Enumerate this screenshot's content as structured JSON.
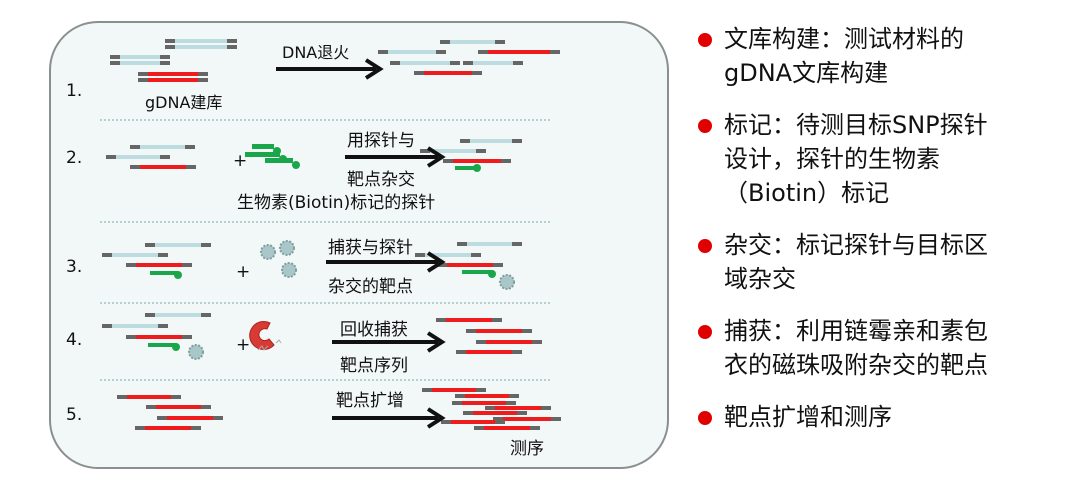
{
  "diagram": {
    "steps": [
      {
        "number": "1.",
        "arrow_top": "DNA退火",
        "arrow_bottom": "",
        "sub_label": "gDNA建库"
      },
      {
        "number": "2.",
        "arrow_top": "用探针与",
        "arrow_bottom": "靶点杂交",
        "sub_label": "生物素(Biotin)标记的探针"
      },
      {
        "number": "3.",
        "arrow_top": "捕获与探针",
        "arrow_bottom": "杂交的靶点"
      },
      {
        "number": "4.",
        "arrow_top": "回收捕获",
        "arrow_bottom": "靶点序列"
      },
      {
        "number": "5.",
        "arrow_top": "靶点扩增",
        "arrow_bottom": "",
        "sub_label": "测序"
      }
    ],
    "plus": "+"
  },
  "bullets": [
    {
      "lines": [
        "文库构建：测试材料的",
        "gDNA文库构建"
      ]
    },
    {
      "lines": [
        "标记：待测目标SNP探针",
        "设计，探针的生物素",
        "（Biotin）标记"
      ]
    },
    {
      "lines": [
        "杂交：标记探针与目标区",
        "域杂交"
      ]
    },
    {
      "lines": [
        "捕获：利用链霉亲和素包",
        "衣的磁珠吸附杂交的靶点"
      ]
    },
    {
      "lines": [
        "靶点扩增和测序"
      ]
    }
  ],
  "colors": {
    "target": "#ee1c1c",
    "library": "#bcdcdf",
    "adapter": "#666666",
    "probe": "#1aa64a",
    "bullet": "#e00000",
    "panel": "#f2f7f7"
  }
}
